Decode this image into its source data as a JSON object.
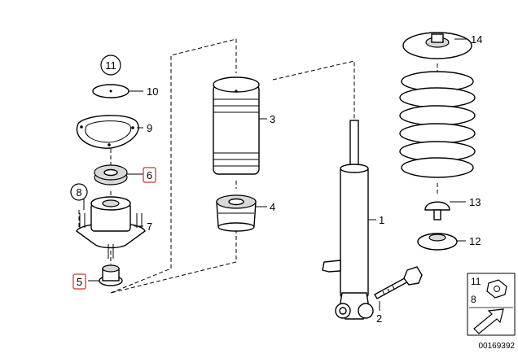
{
  "callouts": {
    "c1": "1",
    "c2": "2",
    "c3": "3",
    "c4": "4",
    "c5": "5",
    "c6": "6",
    "c7": "7",
    "c8": "8",
    "c9": "9",
    "c10": "10",
    "c11": "11",
    "c12": "12",
    "c13": "13",
    "c14": "14"
  },
  "legend": {
    "label_top": "11",
    "label_bottom": "8"
  },
  "reference_number": "00169392",
  "colors": {
    "highlight_box": "#d9534f",
    "line": "#000000",
    "shade": "#d9d9d9"
  }
}
